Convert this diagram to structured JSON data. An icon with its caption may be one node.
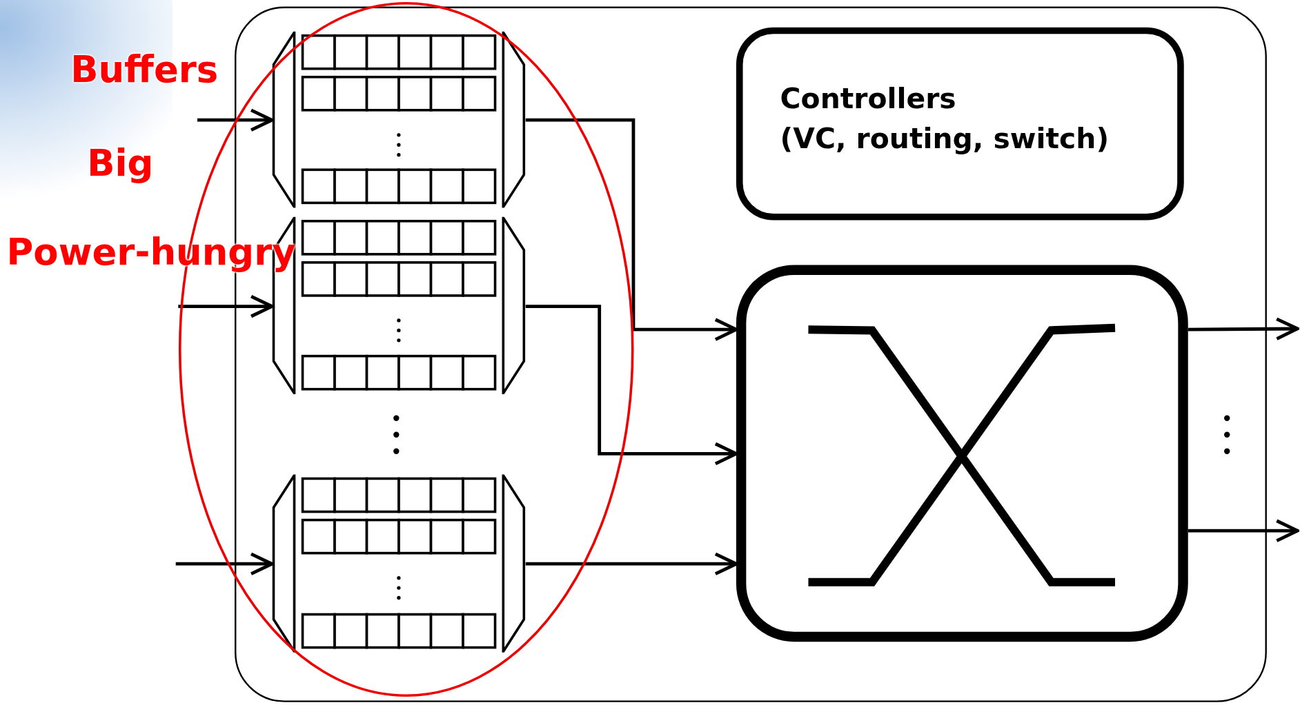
{
  "diagram": {
    "nodes": [
      {
        "text": [],
        "shape": "box"
      },
      {
        "text": [
          "Controllers (VC, routing, switch)"
        ],
        "in": 0
      },
      {
        "text": [],
        "shape": "picture",
        "in": 0
      },
      {
        "text": [],
        "shape": "picture",
        "in": 0
      },
      {
        "text": [],
        "shape": "picture",
        "in": 0
      },
      {
        "text": [],
        "shape": "picture",
        "in": 0
      }
    ],
    "edges": [
      {
        "from": null,
        "to": 2,
        "arrow": "to"
      },
      {
        "from": null,
        "to": 3,
        "arrow": "to"
      },
      {
        "from": null,
        "to": 4,
        "arrow": "to"
      },
      {
        "from": 2,
        "to": 5,
        "arrow": "to"
      },
      {
        "from": 3,
        "to": 5,
        "arrow": "to"
      },
      {
        "from": 4,
        "to": 5,
        "arrow": "to"
      },
      {
        "from": 5,
        "to": null,
        "arrow": "to"
      },
      {
        "from": 5,
        "to": null,
        "arrow": "to"
      }
    ],
    "labels": [
      "Buffers",
      "Big",
      "Power-hungry"
    ]
  }
}
